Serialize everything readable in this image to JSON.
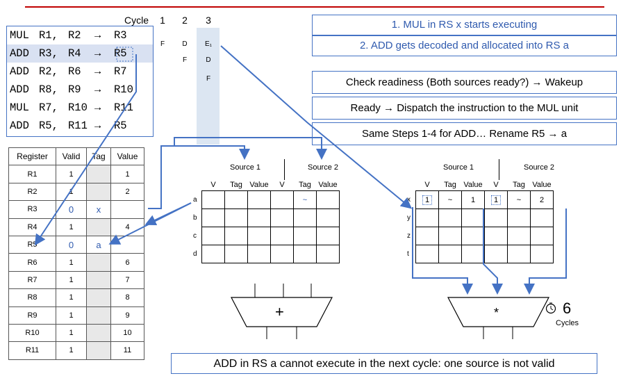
{
  "instructions": [
    {
      "op": "MUL",
      "src1": "R1",
      "src2": "R2",
      "arrow": "→",
      "dst": "R3"
    },
    {
      "op": "ADD",
      "src1": "R3",
      "src2": "R4",
      "arrow": "→",
      "dst": "R5"
    },
    {
      "op": "ADD",
      "src1": "R2",
      "src2": "R6",
      "arrow": "→",
      "dst": "R7"
    },
    {
      "op": "ADD",
      "src1": "R8",
      "src2": "R9",
      "arrow": "→",
      "dst": "R10"
    },
    {
      "op": "MUL",
      "src1": "R7",
      "src2": "R10",
      "arrow": "→",
      "dst": "R11"
    },
    {
      "op": "ADD",
      "src1": "R5",
      "src2": "R11",
      "arrow": "→",
      "dst": "R5"
    }
  ],
  "pipeline": {
    "cycle_label": "Cycle",
    "cycles": [
      "1",
      "2",
      "3"
    ],
    "row1": [
      "F",
      "D",
      "E₁"
    ],
    "row2": [
      "F",
      "D"
    ],
    "row3": [
      "F"
    ]
  },
  "steps": {
    "step1": "1. MUL in RS x starts executing",
    "step2": "2. ADD gets decoded and allocated into RS a",
    "step3": "Check readiness (Both sources ready?) → Wakeup",
    "step4": "Ready → Dispatch the instruction to the MUL unit",
    "step5": "Same Steps 1-4 for ADD… Rename R5 → a"
  },
  "register_table": {
    "headers": [
      "Register",
      "Valid",
      "Tag",
      "Value"
    ],
    "rows": [
      {
        "reg": "R1",
        "valid": "1",
        "tag": "",
        "value": "1"
      },
      {
        "reg": "R2",
        "valid": "1",
        "tag": "",
        "value": "2"
      },
      {
        "reg": "R3",
        "valid": "0",
        "tag": "x",
        "value": ""
      },
      {
        "reg": "R4",
        "valid": "1",
        "tag": "",
        "value": "4"
      },
      {
        "reg": "R5",
        "valid": "0",
        "tag": "a",
        "value": ""
      },
      {
        "reg": "R6",
        "valid": "1",
        "tag": "",
        "value": "6"
      },
      {
        "reg": "R7",
        "valid": "1",
        "tag": "",
        "value": "7"
      },
      {
        "reg": "R8",
        "valid": "1",
        "tag": "",
        "value": "8"
      },
      {
        "reg": "R9",
        "valid": "1",
        "tag": "",
        "value": "9"
      },
      {
        "reg": "R10",
        "valid": "1",
        "tag": "",
        "value": "10"
      },
      {
        "reg": "R11",
        "valid": "1",
        "tag": "",
        "value": "11"
      }
    ]
  },
  "rs_add": {
    "source1": "Source 1",
    "source2": "Source 2",
    "cols": [
      "V",
      "Tag",
      "Value",
      "V",
      "Tag",
      "Value"
    ],
    "rows": [
      {
        "label": "a",
        "cells": [
          "",
          "",
          "",
          "",
          "~",
          ""
        ]
      },
      {
        "label": "b",
        "cells": [
          "",
          "",
          "",
          "",
          "",
          ""
        ]
      },
      {
        "label": "c",
        "cells": [
          "",
          "",
          "",
          "",
          "",
          ""
        ]
      },
      {
        "label": "d",
        "cells": [
          "",
          "",
          "",
          "",
          "",
          ""
        ]
      }
    ],
    "unit_symbol": "+"
  },
  "rs_mul": {
    "source1": "Source 1",
    "source2": "Source 2",
    "cols": [
      "V",
      "Tag",
      "Value",
      "V",
      "Tag",
      "Value"
    ],
    "rows": [
      {
        "label": "x",
        "cells": [
          "1",
          "~",
          "1",
          "1",
          "~",
          "2"
        ]
      },
      {
        "label": "y",
        "cells": [
          "",
          "",
          "",
          "",
          "",
          ""
        ]
      },
      {
        "label": "z",
        "cells": [
          "",
          "",
          "",
          "",
          "",
          ""
        ]
      },
      {
        "label": "t",
        "cells": [
          "",
          "",
          "",
          "",
          "",
          ""
        ]
      }
    ],
    "unit_symbol": "*",
    "latency": "6",
    "latency_unit": "Cycles",
    "timer_icon": "stopwatch-icon"
  },
  "note": "ADD in RS a cannot execute in the next cycle: one source is not valid",
  "colors": {
    "accent": "#4472c4",
    "rule": "#c00000",
    "highlight": "#d9e1f2"
  }
}
